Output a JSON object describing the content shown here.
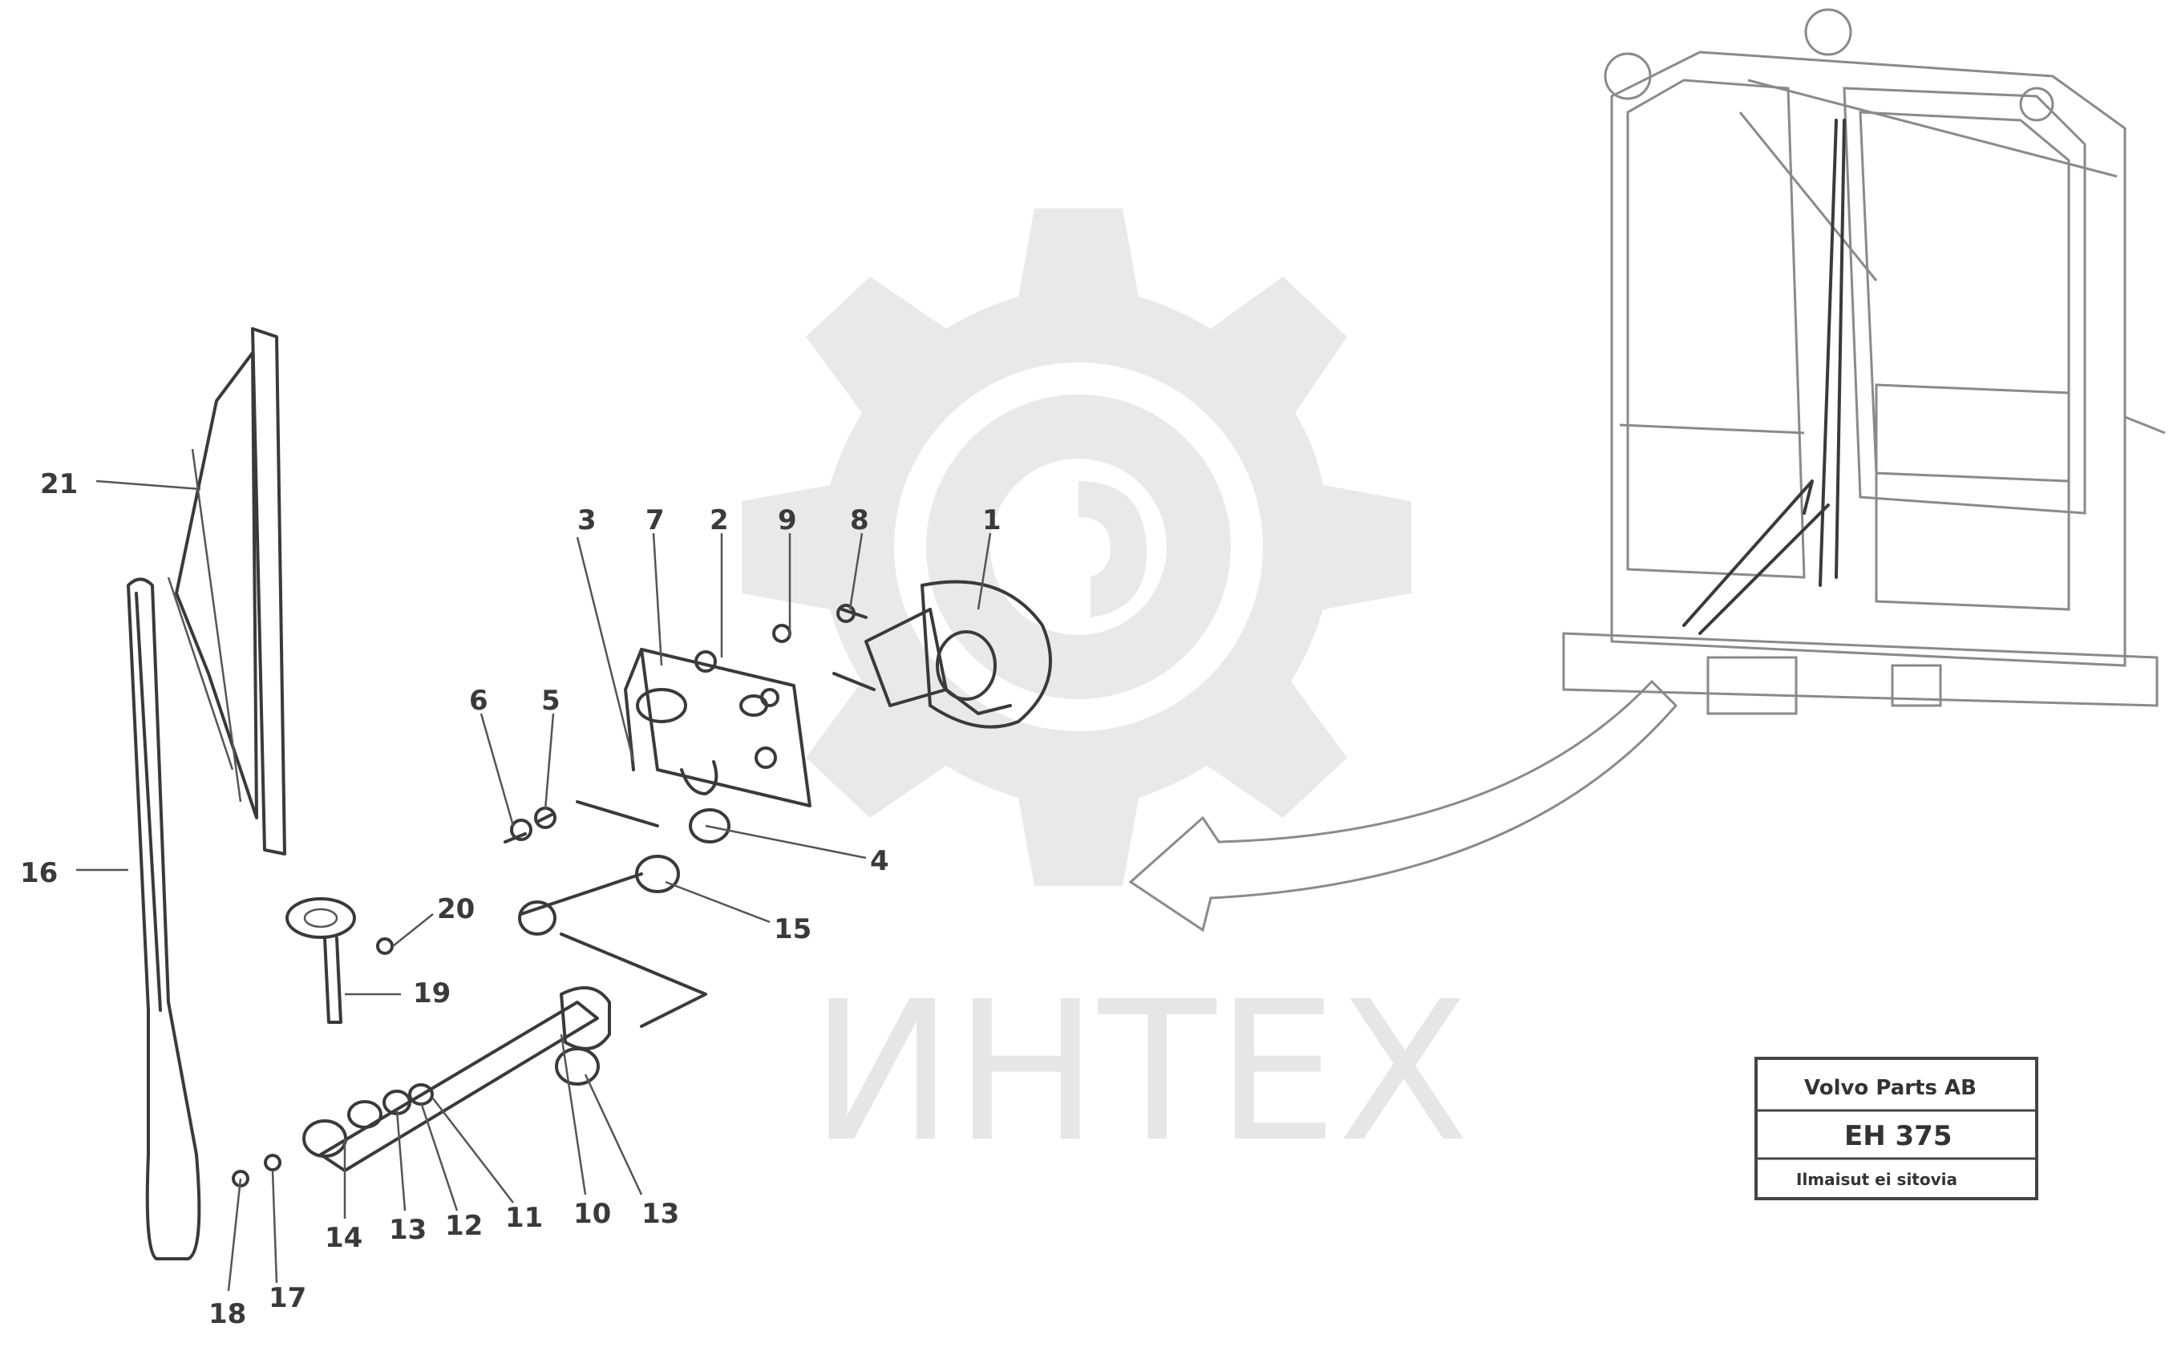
{
  "watermark": {
    "text": "ИНТЕХ",
    "color": "#e6e6e6"
  },
  "stamp": {
    "line1": "Volvo Parts AB",
    "line2": "EH 375",
    "line3": "Ilmaisut ei sitovia"
  },
  "callouts": {
    "n1": "1",
    "n2": "2",
    "n3": "3",
    "n4": "4",
    "n5": "5",
    "n6": "6",
    "n7": "7",
    "n8": "8",
    "n9": "9",
    "n10": "10",
    "n11": "11",
    "n12": "12",
    "n13": "13",
    "n14": "14",
    "n15": "15",
    "n16": "16",
    "n17": "17",
    "n18": "18",
    "n19": "19",
    "n20": "20",
    "n21": "21"
  }
}
